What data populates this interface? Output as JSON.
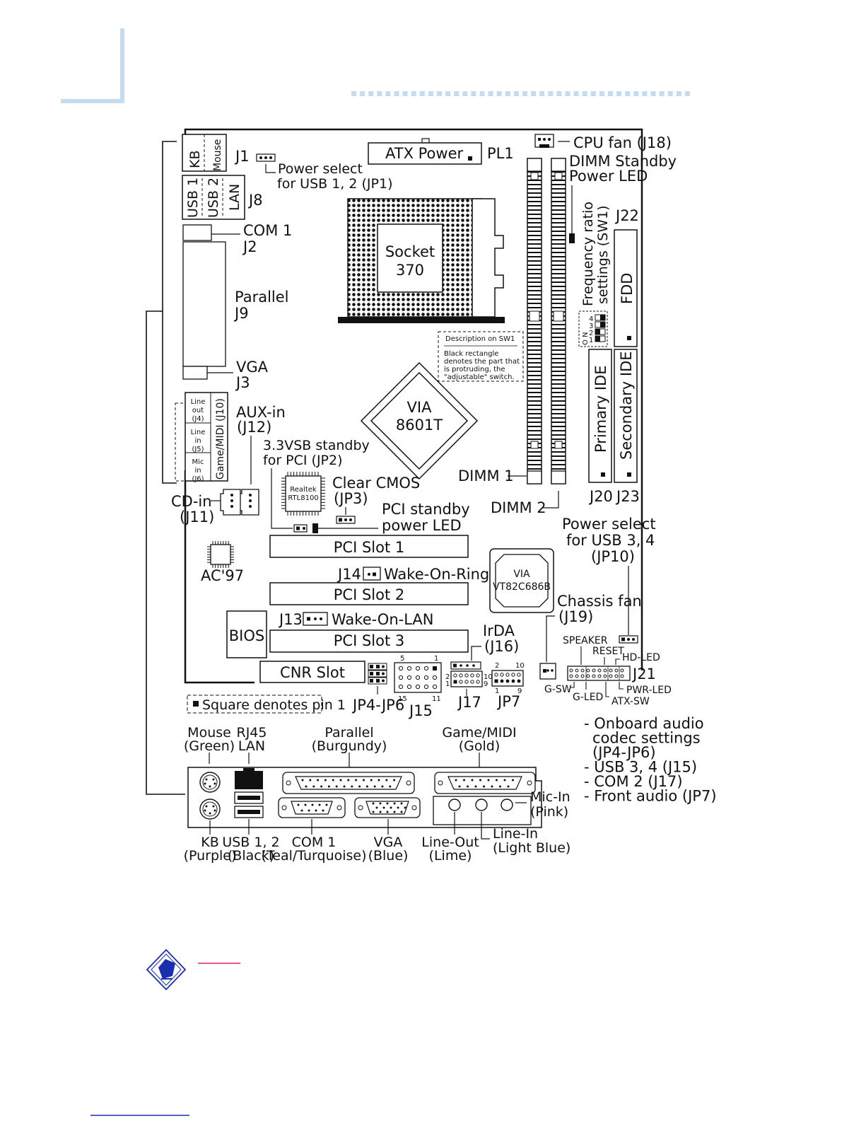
{
  "diagram": {
    "title": "",
    "components": {
      "kb_mouse": {
        "kb": "KB",
        "mouse": "Mouse",
        "ref": "J1"
      },
      "jp1": {
        "label_line1": "Power select",
        "label_line2": "for USB 1, 2 (JP1)"
      },
      "usb_lan": {
        "usb1": "USB 1",
        "usb2": "USB 2",
        "lan": "LAN",
        "ref": "J8"
      },
      "com1": {
        "name": "COM 1",
        "ref": "J2"
      },
      "parallel": {
        "name": "Parallel",
        "ref": "J9"
      },
      "vga": {
        "name": "VGA",
        "ref": "J3"
      },
      "audio_stack": {
        "line_out": [
          "Line",
          "out",
          "(J4)"
        ],
        "line_in": [
          "Line",
          "in",
          "(J5)"
        ],
        "mic_in": [
          "Mic",
          "in",
          "(J6)"
        ],
        "game_midi": "Game/MIDI (J10)"
      },
      "aux_in": {
        "name": "AUX-in",
        "ref": "(J12)"
      },
      "cd_in": {
        "name": "CD-in",
        "ref": "(J11)"
      },
      "jp2": {
        "label_line1": "3.3VSB standby",
        "label_line2": "for PCI (JP2)"
      },
      "realtek": {
        "line1": "Realtek",
        "line2": "RTL8100"
      },
      "jp3": {
        "name": "Clear CMOS",
        "ref": "(JP3)"
      },
      "pci_led": {
        "line1": "PCI standby",
        "line2": "power LED"
      },
      "ac97": {
        "name": "AC'97"
      },
      "atx_power": {
        "name": "ATX Power",
        "ref": "PL1"
      },
      "socket": {
        "line1": "Socket",
        "line2": "370"
      },
      "cpu_fan": {
        "name": "CPU fan (J18)"
      },
      "dimm_led": {
        "line1": "DIMM Standby",
        "line2": "Power LED"
      },
      "sw1": {
        "line1": "Frequency ratio",
        "line2": "settings (SW1)",
        "digits": [
          "1",
          "2",
          "3",
          "4"
        ],
        "on": "O N"
      },
      "sw1_desc": {
        "title": "Description on SW1",
        "body": [
          "Black rectangle",
          "denotes the part that",
          "is protruding, the",
          "\"adjustable\" switch."
        ]
      },
      "fdd": {
        "name": "FDD",
        "ref": "J22"
      },
      "via8601": {
        "line1": "VIA",
        "line2": "8601T"
      },
      "dimm1": {
        "name": "DIMM 1"
      },
      "dimm2": {
        "name": "DIMM 2"
      },
      "primary_ide": {
        "name": "Primary IDE",
        "ref": "J20"
      },
      "secondary_ide": {
        "name": "Secondary IDE",
        "ref": "J23"
      },
      "jp10": {
        "line1": "Power select",
        "line2": "for USB 3, 4",
        "line3": "(JP10)"
      },
      "pci1": {
        "name": "PCI Slot 1"
      },
      "j14": {
        "ref": "J14",
        "name": "Wake-On-Ring"
      },
      "pci2": {
        "name": "PCI Slot 2"
      },
      "vt82": {
        "line1": "VIA",
        "line2": "VT82C686B"
      },
      "chassis_fan": {
        "name": "Chassis fan",
        "ref": "(J19)"
      },
      "bios": {
        "name": "BIOS"
      },
      "j13": {
        "ref": "J13",
        "name": "Wake-On-LAN"
      },
      "pci3": {
        "name": "PCI Slot 3"
      },
      "irda": {
        "name": "IrDA",
        "ref": "(J16)"
      },
      "j21": {
        "speaker": "SPEAKER",
        "reset": "RESET",
        "hd_led": "HD-LED",
        "ref": "J21",
        "g_sw": "G-SW",
        "g_led": "G-LED",
        "pwr_led": "PWR-LED",
        "atx_sw": "ATX-SW"
      },
      "cnr": {
        "name": "CNR Slot"
      },
      "jp4_jp6": {
        "name": "JP4-JP6"
      },
      "j15": {
        "name": "J15",
        "pin_tl": "5",
        "pin_tr": "1",
        "pin_bl": "15",
        "pin_br": "11"
      },
      "j17": {
        "name": "J17",
        "pin_2": "2",
        "pin_1": "1",
        "pin_10": "10",
        "pin_9": "9"
      },
      "jp7": {
        "name": "JP7",
        "pin_2": "2",
        "pin_10": "10",
        "pin_1": "1",
        "pin_9": "9"
      },
      "pin_note": {
        "text": "Square denotes pin 1"
      }
    },
    "legend": [
      "- Onboard audio",
      "codec settings",
      "(JP4-JP6)",
      "- USB 3, 4 (J15)",
      "- COM 2 (J17)",
      "- Front audio (JP7)"
    ],
    "rear_panel": {
      "top_labels": {
        "mouse": [
          "Mouse",
          "(Green)"
        ],
        "rj45": [
          "RJ45",
          "LAN"
        ],
        "parallel": [
          "Parallel",
          "(Burgundy)"
        ],
        "game": [
          "Game/MIDI",
          "(Gold)"
        ]
      },
      "mic_in": [
        "Mic-In",
        "(Pink)"
      ],
      "bottom_labels": {
        "kb": [
          "KB",
          "(Purple)"
        ],
        "usb": [
          "USB 1, 2",
          "(Black)"
        ],
        "com": [
          "COM 1",
          "(Teal/Turquoise)"
        ],
        "vga": [
          "VGA",
          "(Blue)"
        ],
        "line_out": [
          "Line-Out",
          "(Lime)"
        ],
        "line_in": [
          "Line-In",
          "(Light Blue)"
        ]
      }
    }
  }
}
